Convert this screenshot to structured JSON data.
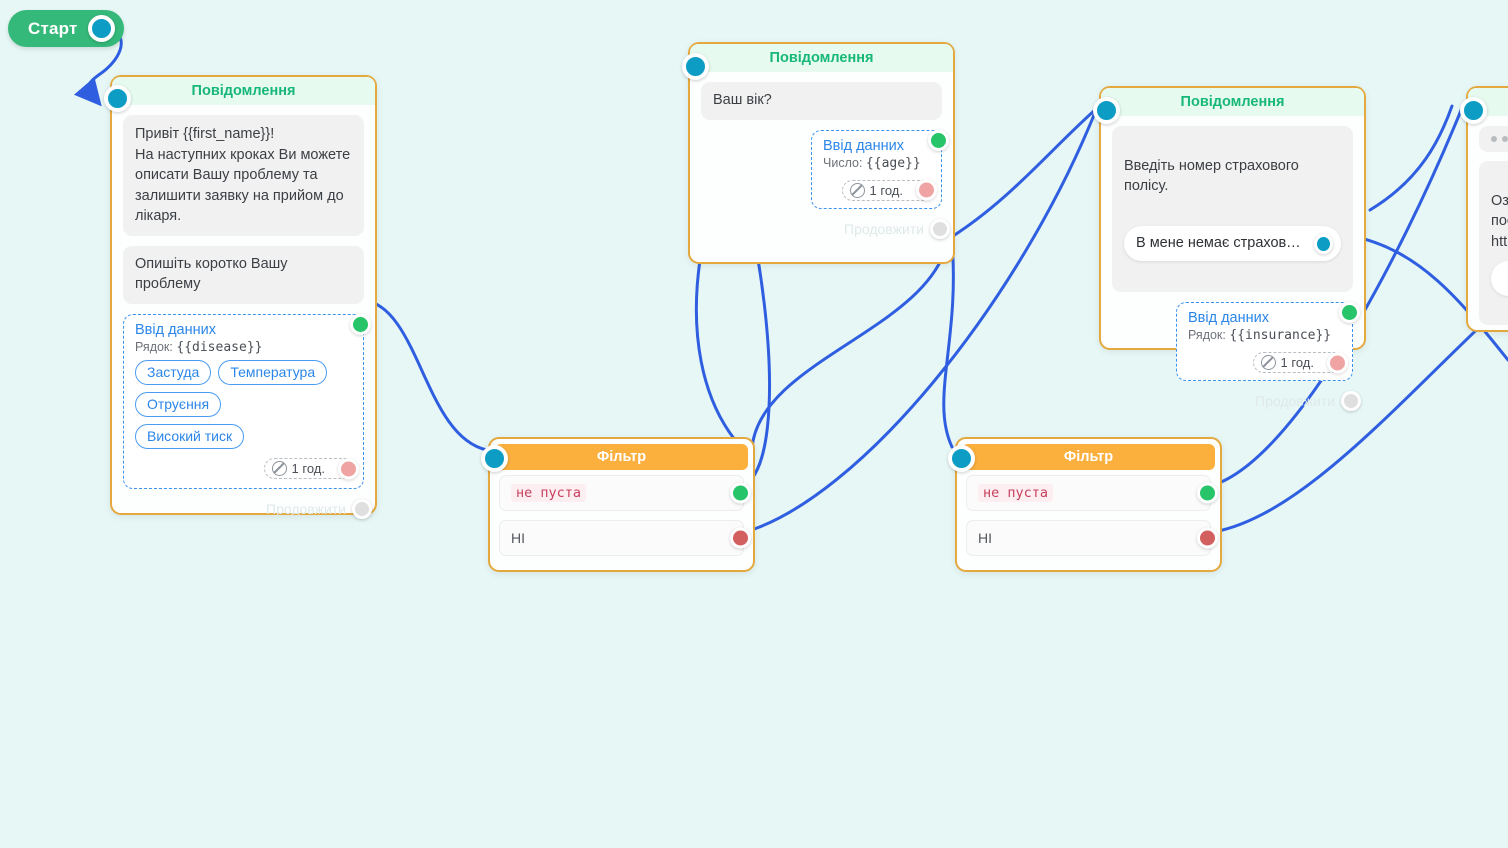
{
  "canvas": {
    "background": "#e7f7f6",
    "edge_color": "#2f5fe0",
    "node_border": "#e3a93f"
  },
  "start": {
    "label": "Старт",
    "port_name": "start-output-port"
  },
  "nodes": [
    {
      "id": "node-greeting",
      "type": "message",
      "header": "Повідомлення",
      "bubbles": [
        "Привіт {{first_name}}!\nНа наступних кроках Ви можете описати Вашу проблему та залишити заявку на прийом до лікаря.",
        "Опишіть коротко Вашу проблему"
      ],
      "input_card": {
        "title": "Ввід данних",
        "var_label": "Рядок:",
        "var_name": "{{disease}}",
        "chips": [
          "Застуда",
          "Температура",
          "Отруєння",
          "Високий тиск"
        ],
        "timer": "1 год."
      },
      "footer": "Продовжити"
    },
    {
      "id": "node-age",
      "type": "message",
      "header": "Повідомлення",
      "bubbles": [
        "Ваш вік?"
      ],
      "input_card": {
        "title": "Ввід данних",
        "var_label": "Число:",
        "var_name": "{{age}}",
        "chips": [],
        "timer": "1 год."
      },
      "footer": "Продовжити"
    },
    {
      "id": "node-insurance",
      "type": "message",
      "header": "Повідомлення",
      "bubbles": [
        "Введіть номер страхового полісу."
      ],
      "reply_button": "В мене немає страховог…",
      "input_card": {
        "title": "Ввід данних",
        "var_label": "Рядок:",
        "var_name": "{{insurance}}",
        "chips": [],
        "timer": "1 год."
      },
      "footer": "Продовжити"
    },
    {
      "id": "node-offscreen",
      "type": "message",
      "header": "",
      "typing_dots": true,
      "bubbles": [
        "Озн\nпос\nhttp"
      ]
    }
  ],
  "filters": [
    {
      "id": "filter-left",
      "header": "Фільтр",
      "rows": [
        {
          "label": "не пуста",
          "code": true,
          "status": "green"
        },
        {
          "label": "НІ",
          "code": false,
          "status": "red"
        }
      ]
    },
    {
      "id": "filter-right",
      "header": "Фільтр",
      "rows": [
        {
          "label": "не пуста",
          "code": true,
          "status": "green"
        },
        {
          "label": "НІ",
          "code": false,
          "status": "red"
        }
      ]
    }
  ]
}
